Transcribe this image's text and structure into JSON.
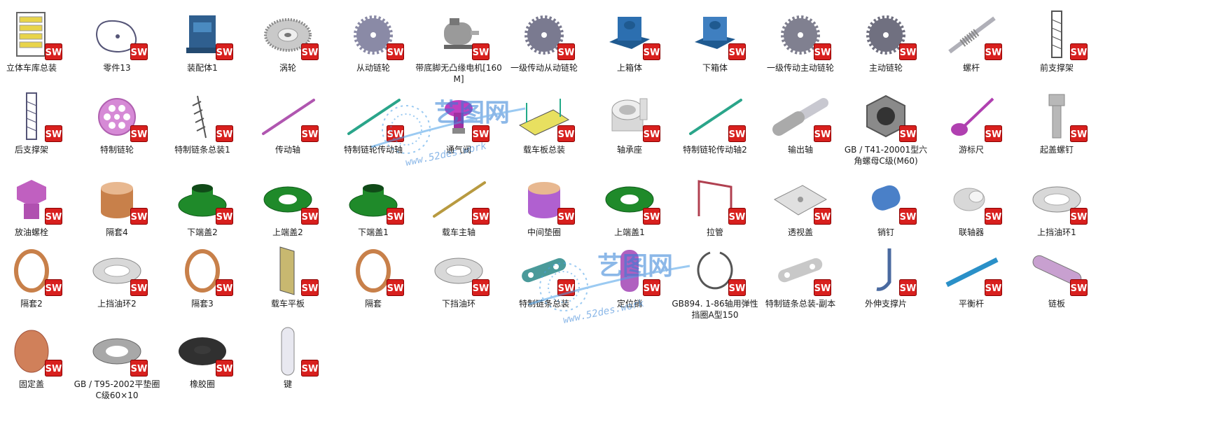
{
  "watermark": {
    "brand": "艺图网",
    "url": "www.52des.work"
  },
  "badge_text": "SW",
  "files": [
    {
      "label": "立体车库总装",
      "icon": "garage-assembly-icon",
      "color": "#e8d44a"
    },
    {
      "label": "零件13",
      "icon": "cam-outline-icon",
      "color": "#555577"
    },
    {
      "label": "装配体1",
      "icon": "gearbox-assembly-icon",
      "color": "#2f5f8f"
    },
    {
      "label": "涡轮",
      "icon": "worm-wheel-icon",
      "color": "#c9c9c9"
    },
    {
      "label": "从动链轮",
      "icon": "sprocket-icon",
      "color": "#8a8aa6"
    },
    {
      "label": "带底脚无凸缘电机[160M]",
      "icon": "motor-icon",
      "color": "#9a9a9a"
    },
    {
      "label": "一级传动从动链轮",
      "icon": "sprocket-icon",
      "color": "#7a7a90"
    },
    {
      "label": "上箱体",
      "icon": "housing-icon",
      "color": "#2c6fb0"
    },
    {
      "label": "下箱体",
      "icon": "housing-icon",
      "color": "#3f7fc0"
    },
    {
      "label": "一级传动主动链轮",
      "icon": "sprocket-icon",
      "color": "#808090"
    },
    {
      "label": "主动链轮",
      "icon": "sprocket-icon",
      "color": "#707080"
    },
    {
      "label": "螺杆",
      "icon": "worm-shaft-icon",
      "color": "#b0b0b8"
    },
    {
      "label": "前支撑架",
      "icon": "frame-icon",
      "color": "#555555"
    },
    {
      "label": "后支撑架",
      "icon": "frame-icon",
      "color": "#555577"
    },
    {
      "label": "特制链轮",
      "icon": "sprocket-holes-icon",
      "color": "#d68ad6"
    },
    {
      "label": "特制链条总装1",
      "icon": "chain-icon",
      "color": "#555555"
    },
    {
      "label": "传动轴",
      "icon": "rod-icon",
      "color": "#b056b0"
    },
    {
      "label": "特制链轮传动轴",
      "icon": "rod-icon",
      "color": "#2aa58a"
    },
    {
      "label": "通气阀",
      "icon": "vent-valve-icon",
      "color": "#c040c0"
    },
    {
      "label": "载车板总装",
      "icon": "car-plate-icon",
      "color": "#e8e060"
    },
    {
      "label": "轴承座",
      "icon": "bearing-seat-icon",
      "color": "#d8d8d8"
    },
    {
      "label": "特制链轮传动轴2",
      "icon": "rod-icon",
      "color": "#2aa58a"
    },
    {
      "label": "输出轴",
      "icon": "shaft-icon",
      "color": "#c8c8d0"
    },
    {
      "label": "GB / T41-20001型六角螺母C级(M60)",
      "icon": "hex-nut-icon",
      "color": "#8a8a8a"
    },
    {
      "label": "游标尺",
      "icon": "dipstick-icon",
      "color": "#b040b0"
    },
    {
      "label": "起盖螺钉",
      "icon": "bolt-icon",
      "color": "#b8b8b8"
    },
    {
      "label": "放油螺栓",
      "icon": "plug-bolt-icon",
      "color": "#c060c0"
    },
    {
      "label": "隔套4",
      "icon": "sleeve-icon",
      "color": "#c8804a"
    },
    {
      "label": "下端盖2",
      "icon": "end-cap-icon",
      "color": "#1f8a2a"
    },
    {
      "label": "上端盖2",
      "icon": "end-cap-flat-icon",
      "color": "#1f8a2a"
    },
    {
      "label": "下端盖1",
      "icon": "end-cap-icon",
      "color": "#1f8a2a"
    },
    {
      "label": "载车主轴",
      "icon": "rod-icon",
      "color": "#b89a40"
    },
    {
      "label": "中间垫圈",
      "icon": "sleeve-icon",
      "color": "#b060d0"
    },
    {
      "label": "上端盖1",
      "icon": "end-cap-flat-icon",
      "color": "#1f8a2a"
    },
    {
      "label": "拉管",
      "icon": "pull-tube-icon",
      "color": "#b04050"
    },
    {
      "label": "透视盖",
      "icon": "plate-icon",
      "color": "#e0e0e0"
    },
    {
      "label": "销钉",
      "icon": "pin-icon",
      "color": "#4a80c8"
    },
    {
      "label": "联轴器",
      "icon": "coupling-icon",
      "color": "#d8d8d8"
    },
    {
      "label": "上挡油环1",
      "icon": "oil-ring-icon",
      "color": "#d8d8d8"
    },
    {
      "label": "隔套2",
      "icon": "copper-ring-icon",
      "color": "#c8804a"
    },
    {
      "label": "上挡油环2",
      "icon": "oil-ring-icon",
      "color": "#d8d8d8"
    },
    {
      "label": "隔套3",
      "icon": "copper-ring-icon",
      "color": "#c8804a"
    },
    {
      "label": "载车平板",
      "icon": "flat-board-icon",
      "color": "#c8b870"
    },
    {
      "label": "隔套",
      "icon": "copper-ring-icon",
      "color": "#c8804a"
    },
    {
      "label": "下挡油环",
      "icon": "oil-ring-icon",
      "color": "#d8d8d8"
    },
    {
      "label": "特制链条总装",
      "icon": "chain-link-icon",
      "color": "#4a9a9a"
    },
    {
      "label": "定位销",
      "icon": "dowel-icon",
      "color": "#b060c0"
    },
    {
      "label": "GB894. 1-86轴用弹性挡圈A型150",
      "icon": "circlip-icon",
      "color": "#555555"
    },
    {
      "label": "特制链条总装-副本",
      "icon": "chain-link-icon",
      "color": "#c8c8c8"
    },
    {
      "label": "外伸支撑片",
      "icon": "support-plate-icon",
      "color": "#4a6aa0"
    },
    {
      "label": "平衡杆",
      "icon": "balance-bar-icon",
      "color": "#2a90c8"
    },
    {
      "label": "链板",
      "icon": "link-plate-icon",
      "color": "#c8a0d0"
    },
    {
      "label": "固定盖",
      "icon": "disc-icon",
      "color": "#d0805a"
    },
    {
      "label": "GB / T95-2002平垫圈C级60×10",
      "icon": "washer-icon",
      "color": "#a8a8a8"
    },
    {
      "label": "橡胶圈",
      "icon": "rubber-ring-icon",
      "color": "#303030"
    },
    {
      "label": "键",
      "icon": "key-icon",
      "color": "#e8e8f0"
    }
  ]
}
